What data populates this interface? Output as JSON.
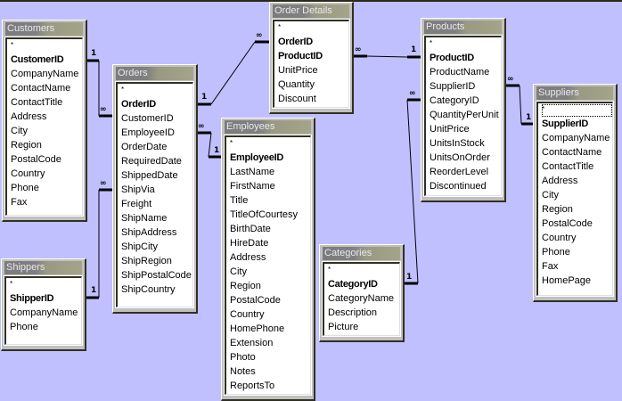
{
  "diagram": {
    "tables": {
      "customers": {
        "title": "Customers",
        "fields": [
          "*",
          "CustomerID",
          "CompanyName",
          "ContactName",
          "ContactTitle",
          "Address",
          "City",
          "Region",
          "PostalCode",
          "Country",
          "Phone",
          "Fax"
        ],
        "keys": [
          "CustomerID"
        ]
      },
      "orders": {
        "title": "Orders",
        "fields": [
          "*",
          "OrderID",
          "CustomerID",
          "EmployeeID",
          "OrderDate",
          "RequiredDate",
          "ShippedDate",
          "ShipVia",
          "Freight",
          "ShipName",
          "ShipAddress",
          "ShipCity",
          "ShipRegion",
          "ShipPostalCode",
          "ShipCountry"
        ],
        "keys": [
          "OrderID"
        ]
      },
      "order_details": {
        "title": "Order Details",
        "fields": [
          "*",
          "OrderID",
          "ProductID",
          "UnitPrice",
          "Quantity",
          "Discount"
        ],
        "keys": [
          "OrderID",
          "ProductID"
        ]
      },
      "employees": {
        "title": "Employees",
        "fields": [
          "*",
          "EmployeeID",
          "LastName",
          "FirstName",
          "Title",
          "TitleOfCourtesy",
          "BirthDate",
          "HireDate",
          "Address",
          "City",
          "Region",
          "PostalCode",
          "Country",
          "HomePhone",
          "Extension",
          "Photo",
          "Notes",
          "ReportsTo"
        ],
        "keys": [
          "EmployeeID"
        ]
      },
      "products": {
        "title": "Products",
        "fields": [
          "*",
          "ProductID",
          "ProductName",
          "SupplierID",
          "CategoryID",
          "QuantityPerUnit",
          "UnitPrice",
          "UnitsInStock",
          "UnitsOnOrder",
          "ReorderLevel",
          "Discontinued"
        ],
        "keys": [
          "ProductID"
        ]
      },
      "suppliers": {
        "title": "Suppliers",
        "fields": [
          "*",
          "SupplierID",
          "CompanyName",
          "ContactName",
          "ContactTitle",
          "Address",
          "City",
          "Region",
          "PostalCode",
          "Country",
          "Phone",
          "Fax",
          "HomePage"
        ],
        "keys": [
          "SupplierID"
        ]
      },
      "shippers": {
        "title": "Shippers",
        "fields": [
          "*",
          "ShipperID",
          "CompanyName",
          "Phone"
        ],
        "keys": [
          "ShipperID"
        ]
      },
      "categories": {
        "title": "Categories",
        "fields": [
          "*",
          "CategoryID",
          "CategoryName",
          "Description",
          "Picture"
        ],
        "keys": [
          "CategoryID"
        ]
      }
    },
    "relationships": [
      {
        "name": "customers-orders",
        "one": "Customers.CustomerID",
        "many": "Orders.CustomerID",
        "one_label": "1",
        "many_label": "∞"
      },
      {
        "name": "shippers-orders",
        "one": "Shippers.ShipperID",
        "many": "Orders.ShipVia",
        "one_label": "1",
        "many_label": "∞"
      },
      {
        "name": "orders-orderdetails",
        "one": "Orders.OrderID",
        "many": "Order Details.OrderID",
        "one_label": "1",
        "many_label": "∞"
      },
      {
        "name": "employees-orders",
        "one": "Employees.EmployeeID",
        "many": "Orders.EmployeeID",
        "one_label": "1",
        "many_label": "∞"
      },
      {
        "name": "products-orderdetails",
        "one": "Products.ProductID",
        "many": "Order Details.ProductID",
        "one_label": "1",
        "many_label": "∞"
      },
      {
        "name": "suppliers-products",
        "one": "Suppliers.SupplierID",
        "many": "Products.SupplierID",
        "one_label": "1",
        "many_label": "∞"
      },
      {
        "name": "categories-products",
        "one": "Categories.CategoryID",
        "many": "Products.CategoryID",
        "one_label": "1",
        "many_label": "∞"
      }
    ],
    "colors": {
      "canvas": "#c0c0ff",
      "title_bar": "#808080",
      "title_text": "#e8e8f0"
    }
  }
}
